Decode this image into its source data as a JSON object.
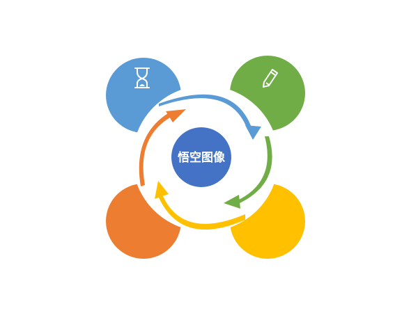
{
  "center": {
    "label": "悟空图像",
    "color": "#4472C4"
  },
  "nodes": [
    {
      "name": "top-left",
      "color": "#5B9BD5",
      "icon": "hourglass-icon"
    },
    {
      "name": "top-right",
      "color": "#70AD47",
      "icon": "pencil-icon"
    },
    {
      "name": "bottom-right",
      "color": "#FFC000",
      "icon": ""
    },
    {
      "name": "bottom-left",
      "color": "#ED7D31",
      "icon": ""
    }
  ],
  "arrows": [
    {
      "from": "top-left",
      "to": "top-right",
      "color": "#5B9BD5"
    },
    {
      "from": "top-right",
      "to": "bottom-right",
      "color": "#70AD47"
    },
    {
      "from": "bottom-right",
      "to": "bottom-left",
      "color": "#FFC000"
    },
    {
      "from": "bottom-left",
      "to": "top-left",
      "color": "#ED7D31"
    }
  ],
  "background": "#FFFFFF"
}
